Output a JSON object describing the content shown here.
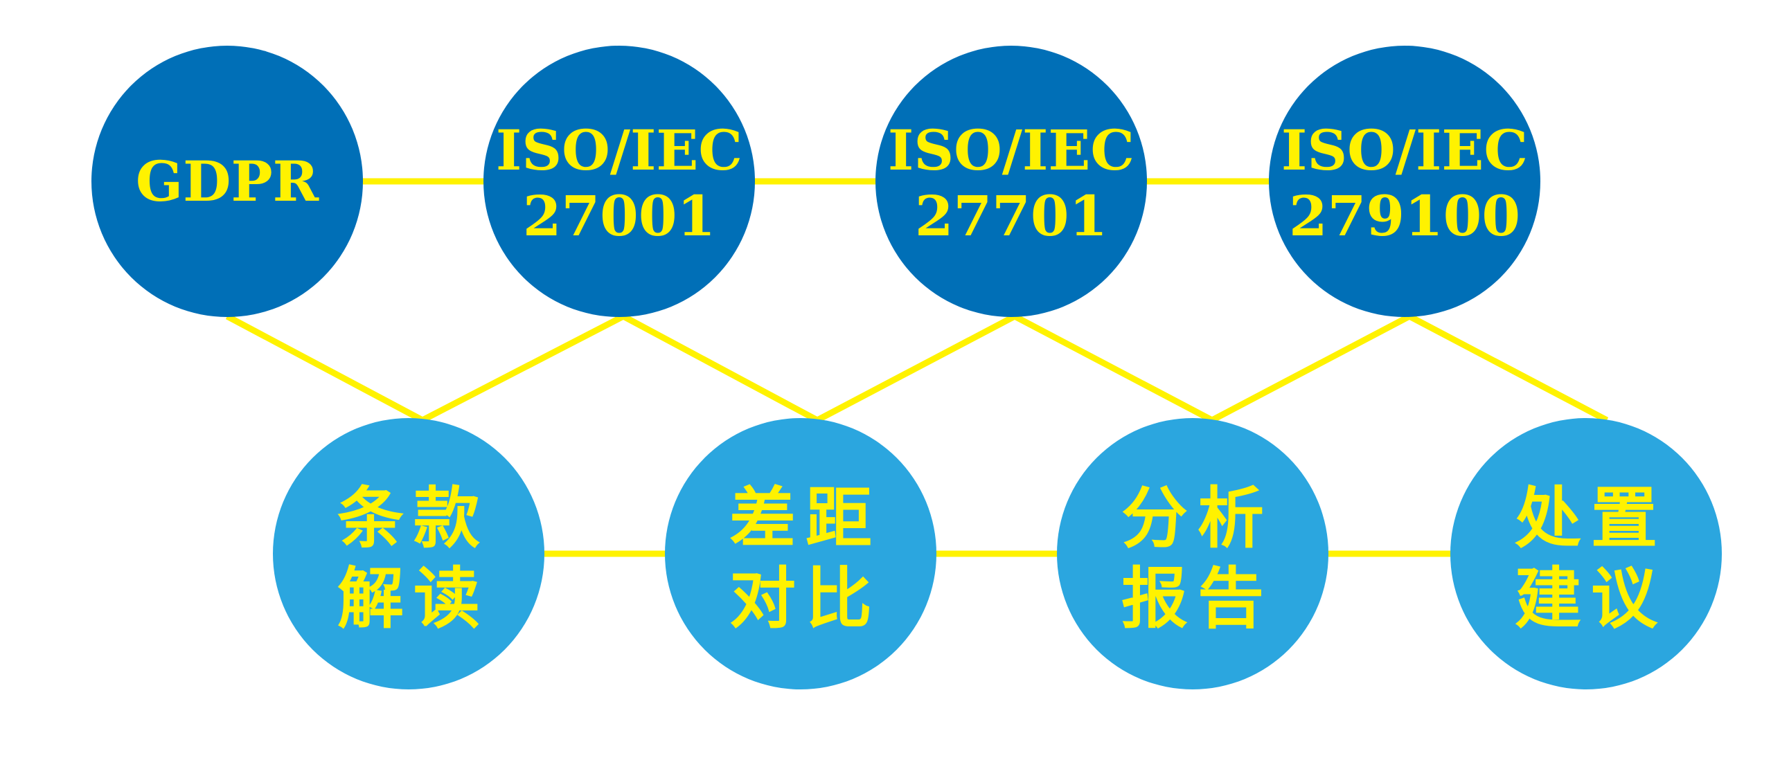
{
  "colors": {
    "top_node": "#006fb7",
    "bottom_node": "#2ba6df",
    "connector": "#fff200",
    "text": "#fff200"
  },
  "top_nodes": [
    {
      "lines": [
        "GDPR"
      ]
    },
    {
      "lines": [
        "ISO/IEC",
        "27001"
      ]
    },
    {
      "lines": [
        "ISO/IEC",
        "27701"
      ]
    },
    {
      "lines": [
        "ISO/IEC",
        "279100"
      ]
    }
  ],
  "bottom_nodes": [
    {
      "lines": [
        "条款",
        "解读"
      ]
    },
    {
      "lines": [
        "差距",
        "对比"
      ]
    },
    {
      "lines": [
        "分析",
        "报告"
      ]
    },
    {
      "lines": [
        "处置",
        "建议"
      ]
    }
  ]
}
